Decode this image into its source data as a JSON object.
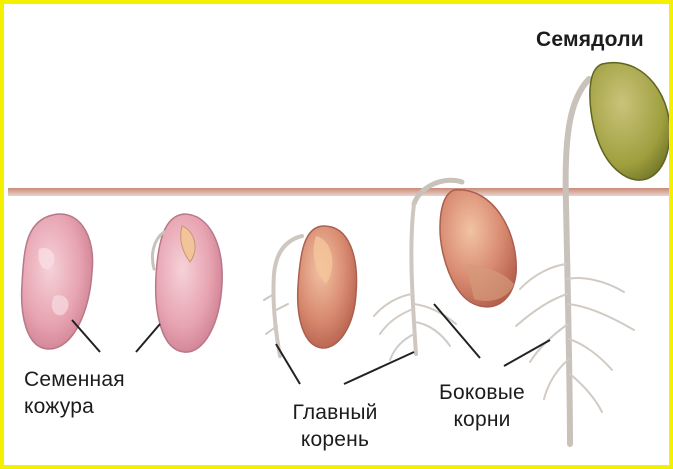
{
  "labels": {
    "seed_coat": [
      "Семенная",
      "кожура"
    ],
    "main_root": [
      "Главный",
      "корень"
    ],
    "lateral_roots": [
      "Боковые",
      "корни"
    ],
    "cotyledons": "Семядоли"
  },
  "colors": {
    "frame": "#f4f000",
    "soil_line": "#b86a55",
    "seed_pink": "#e7a3b1",
    "seed_brown": "#cf7b64",
    "cotyledon_green": "#9f9f3f",
    "root": "#c9c2bb",
    "pointer": "#222222"
  }
}
